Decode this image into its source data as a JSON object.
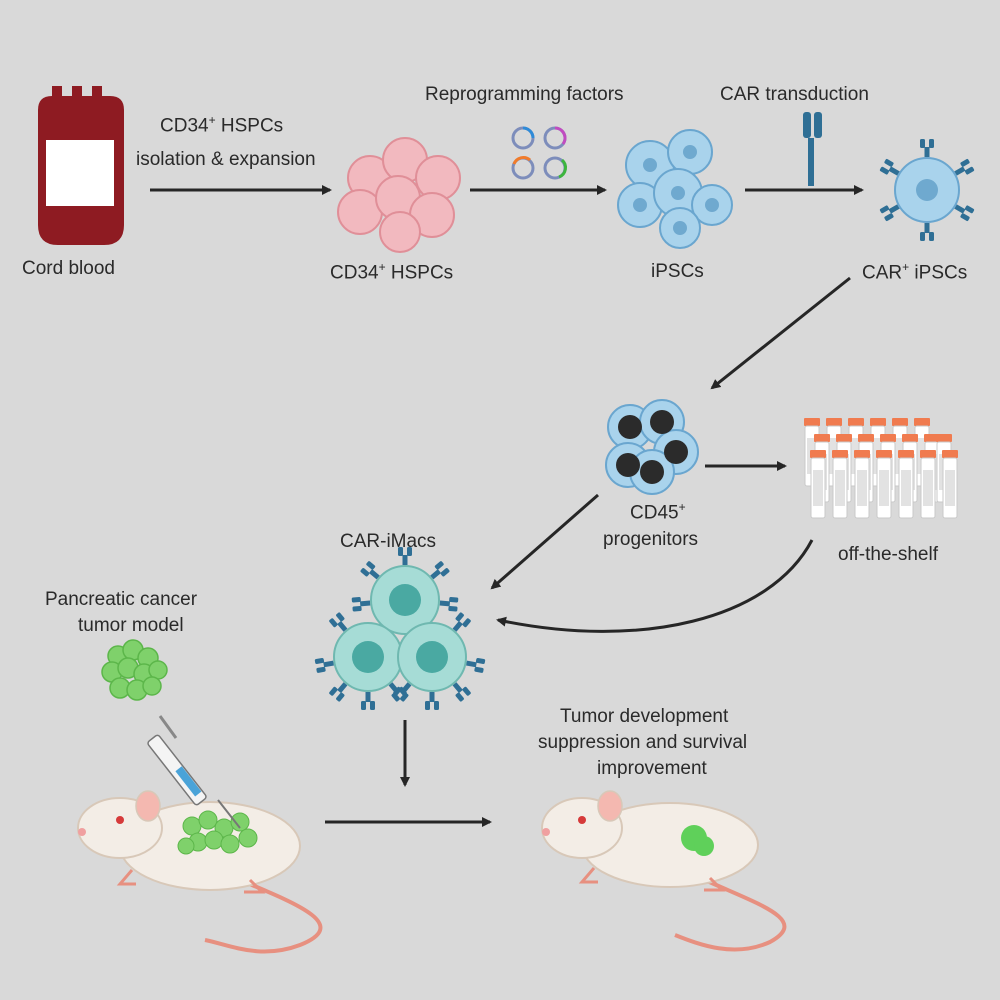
{
  "labels": {
    "cord_blood": "Cord blood",
    "step1_line1_main": "CD34",
    "step1_line1_sup": "+",
    "step1_line1_rest": " HSPCs",
    "step1_line2": "isolation & expansion",
    "hspc_main": "CD34",
    "hspc_sup": "+",
    "hspc_rest": " HSPCs",
    "reprogramming": "Reprogramming factors",
    "ipsc": "iPSCs",
    "car_transduction": "CAR transduction",
    "car_ipsc_main": "CAR",
    "car_ipsc_sup": "+",
    "car_ipsc_rest": " iPSCs",
    "cd45_main": "CD45",
    "cd45_sup": "+",
    "cd45_line2": "progenitors",
    "off_the_shelf": "off-the-shelf",
    "car_imacs": "CAR-iMacs",
    "pancreatic_line1": "Pancreatic cancer",
    "pancreatic_line2": "tumor model",
    "outcome_line1": "Tumor development",
    "outcome_line2": "suppression and survival",
    "outcome_line3": "improvement"
  },
  "colors": {
    "background": "#d9d9d9",
    "blood": "#8e1b22",
    "hspc": "#f2b9bf",
    "ipsc": "#a9d3ec",
    "car_receptor": "#2f6f95",
    "macrophage": "#a6dcd6",
    "progenitor_nucleus": "#2b2b2b",
    "vial_cap": "#f07b4f",
    "tumor": "#7fd16b",
    "mouse_body": "#f3ede6",
    "mouse_tail": "#e79080",
    "arrow": "#262626"
  },
  "icons": [
    "blood-bag-icon",
    "plasmid-icon",
    "car-receptor-icon",
    "vial-rack-icon",
    "mouse-icon",
    "syringe-icon",
    "tumor-icon"
  ]
}
